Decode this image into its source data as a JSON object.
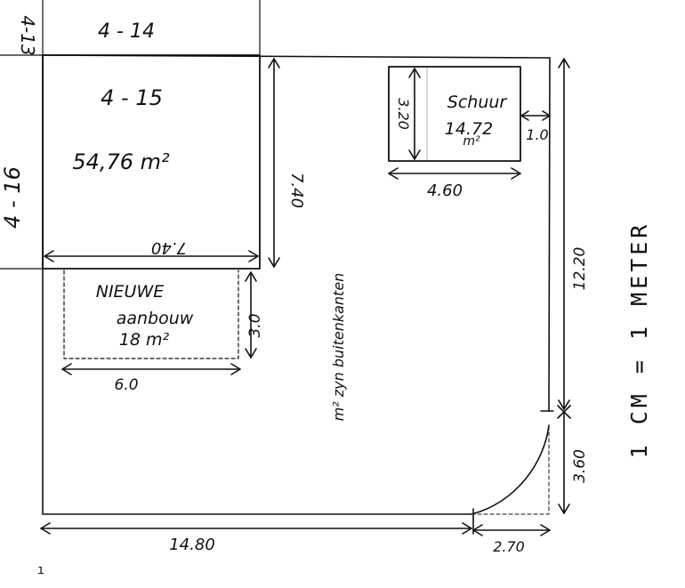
{
  "plot_labels": {
    "plot_4_13": "4-13",
    "plot_4_14": "4 - 14",
    "plot_4_15": "4 - 15",
    "plot_4_16": "4 - 16"
  },
  "house": {
    "area": "54,76 m²",
    "width_dim": "7.40",
    "depth_dim": "7.40"
  },
  "extension": {
    "title": "NIEUWE",
    "subtitle": "aanbouw",
    "area": "18 m²",
    "width_dim": "6.0",
    "depth_dim": "3.0"
  },
  "shed": {
    "title": "Schuur",
    "area_line1": "14.72",
    "area_line2": "m²",
    "width_dim": "4.60",
    "depth_dim": "3.20",
    "offset_dim": "1.0"
  },
  "plot_dims": {
    "total_width": "14.80",
    "corner_width": "2.70",
    "right_side": "12.20",
    "corner_depth": "3.60"
  },
  "notes": {
    "outer_edges": "m² zyn buitenkanten",
    "scale": "1 CM = 1 METER",
    "stray_mark": "ı"
  }
}
